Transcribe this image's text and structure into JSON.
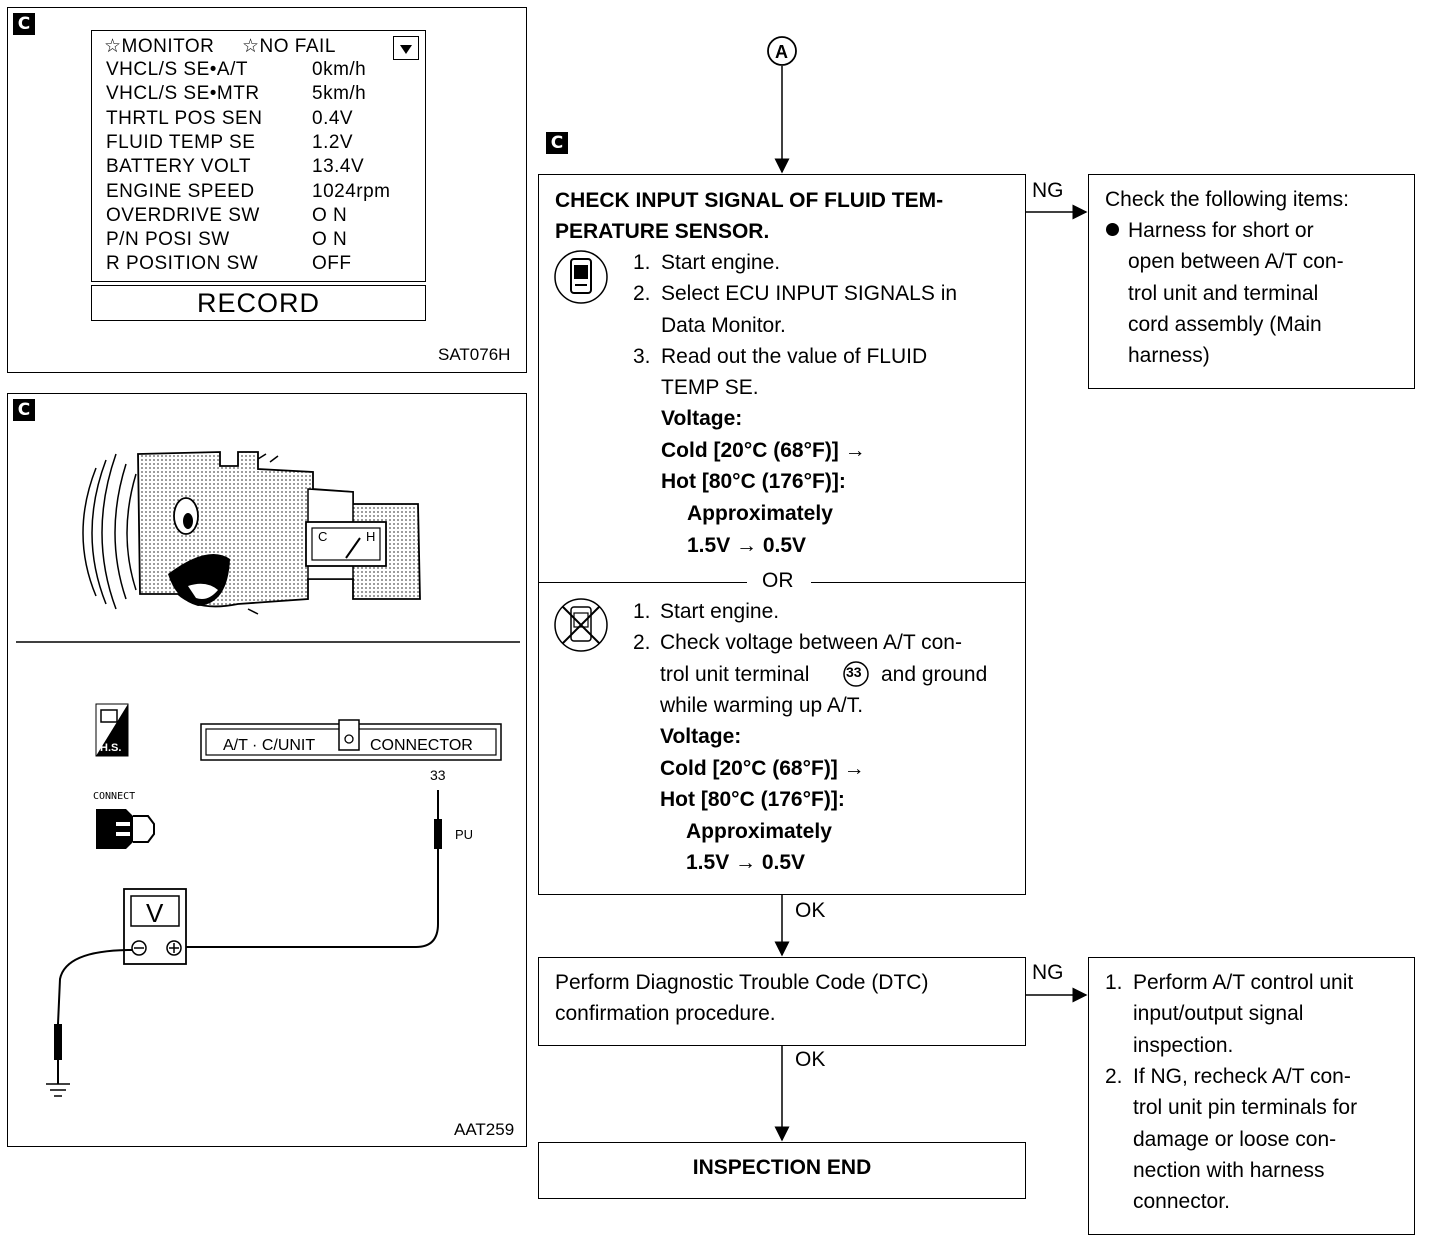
{
  "badge": "C",
  "monitor_panel": {
    "header_monitor": "☆MONITOR",
    "header_nofail": "☆NO FAIL",
    "rows": [
      {
        "name": "VHCL/S SE•A/T",
        "value": "0km/h"
      },
      {
        "name": "VHCL/S SE•MTR",
        "value": "5km/h"
      },
      {
        "name": "THRTL POS SEN",
        "value": "0.4V"
      },
      {
        "name": "FLUID TEMP SE",
        "value": "1.2V"
      },
      {
        "name": "BATTERY VOLT",
        "value": "13.4V"
      },
      {
        "name": "ENGINE SPEED",
        "value": "1024rpm"
      },
      {
        "name": "OVERDRIVE SW",
        "value": "O N"
      },
      {
        "name": "P/N POSI SW",
        "value": "O N"
      },
      {
        "name": "R POSITION SW",
        "value": "OFF"
      }
    ],
    "record_button": "RECORD",
    "figure_code": "SAT076H"
  },
  "wiring_panel": {
    "gauge_c": "C",
    "gauge_h": "H",
    "hs_label": "H.S.",
    "connector_left": "A/T · C/UNIT",
    "connector_right": "CONNECTOR",
    "pin_number": "33",
    "wire_color": "PU",
    "connect_label": "CONNECT",
    "meter_label": "V",
    "figure_code": "AAT259"
  },
  "flow": {
    "connector_a": "A",
    "check_box": {
      "title_line1": "CHECK INPUT SIGNAL OF FLUID TEM-",
      "title_line2": "PERATURE SENSOR.",
      "with_consult_steps": [
        {
          "num": "1.",
          "lines": [
            "Start engine."
          ]
        },
        {
          "num": "2.",
          "lines": [
            "Select ECU INPUT SIGNALS in",
            "Data Monitor."
          ]
        },
        {
          "num": "3.",
          "lines": [
            "Read out the value of FLUID",
            "TEMP SE."
          ]
        }
      ],
      "voltage_label": "Voltage:",
      "cold_line": "Cold [20°C (68°F)] →",
      "hot_line": "Hot [80°C (176°F)]:",
      "approx_line": "Approximately",
      "value_line": "1.5V → 0.5V",
      "or_label": "OR",
      "without_consult_steps": [
        {
          "num": "1.",
          "lines": [
            "Start engine."
          ]
        },
        {
          "num": "2.",
          "lines": [
            "Check voltage between A/T con-",
            "trol unit terminal",
            "while warming up A/T."
          ]
        }
      ],
      "terminal_number": "33",
      "terminal_suffix": "and ground"
    },
    "ng_label": "NG",
    "ok_label": "OK",
    "check_items_box": {
      "title": "Check the following items:",
      "lines": [
        "Harness for short or",
        "open between A/T con-",
        "trol unit and terminal",
        "cord assembly (Main",
        "harness)"
      ]
    },
    "dtc_box": {
      "lines": [
        "Perform Diagnostic Trouble Code (DTC)",
        "confirmation procedure."
      ]
    },
    "ng_box": {
      "items": [
        {
          "num": "1.",
          "lines": [
            "Perform A/T control unit",
            "input/output signal",
            "inspection."
          ]
        },
        {
          "num": "2.",
          "lines": [
            "If NG, recheck A/T con-",
            "trol unit pin terminals for",
            "damage or loose con-",
            "nection with harness",
            "connector."
          ]
        }
      ]
    },
    "end_box": "INSPECTION END"
  }
}
